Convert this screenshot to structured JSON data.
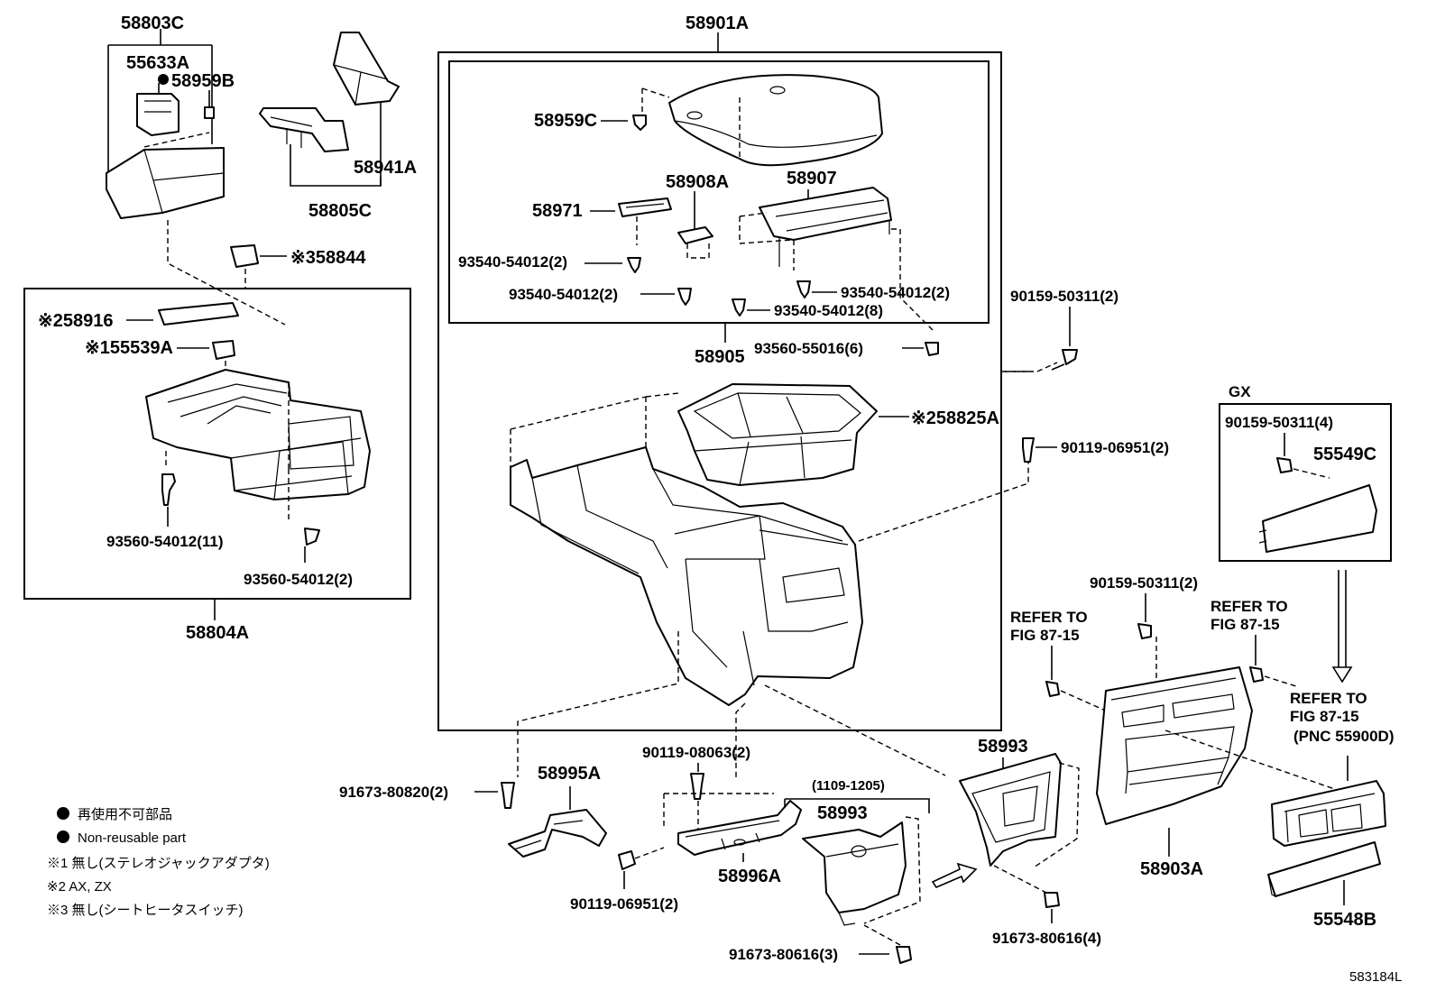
{
  "diagram_id": "583184L",
  "parts": {
    "p58803C": "58803C",
    "p55633A": "55633A",
    "p58959B": "58959B",
    "p58941A": "58941A",
    "p58805C": "58805C",
    "p58844": "※358844",
    "p58916": "※258916",
    "p55539A": "※155539A",
    "p93560_54012_11": "93560-54012(11)",
    "p93560_54012_2": "93560-54012(2)",
    "p58804A": "58804A",
    "p58901A": "58901A",
    "p58959C": "58959C",
    "p58971": "58971",
    "p58908A": "58908A",
    "p58907": "58907",
    "p93540_a": "93540-54012(2)",
    "p93540_b": "93540-54012(2)",
    "p93540_c": "93540-54012(2)",
    "p93540_8": "93540-54012(8)",
    "p58905": "58905",
    "p93560_55016": "93560-55016(6)",
    "p90159_a": "90159-50311(2)",
    "p58825A": "※258825A",
    "p90119_06951_a": "90119-06951(2)",
    "gx": "GX",
    "p90159_gx": "90159-50311(4)",
    "p55549C": "55549C",
    "p90159_b": "90159-50311(2)",
    "refer1_a": "REFER TO",
    "refer1_b": "FIG 87-15",
    "refer2_a": "REFER TO",
    "refer2_b": "FIG 87-15",
    "refer3_a": "REFER TO",
    "refer3_b": "FIG 87-15",
    "refer3_c": "(PNC 55900D)",
    "p90119_08063": "90119-08063(2)",
    "p58993_a": "58993",
    "date_range": "(1109-1205)",
    "p58993_b": "58993",
    "p91673_80820": "91673-80820(2)",
    "p58995A": "58995A",
    "p58996A": "58996A",
    "p90119_06951_b": "90119-06951(2)",
    "p91673_80616_3": "91673-80616(3)",
    "p91673_80616_4": "91673-80616(4)",
    "p58903A": "58903A",
    "p55548B": "55548B"
  },
  "legend": {
    "line1": "再使用不可部品",
    "line2": "Non-reusable part",
    "note1": "※1 無し(ステレオジャックアダプタ)",
    "note2": "※2 AX, ZX",
    "note3": "※3 無し(シートヒータスイッチ)"
  }
}
